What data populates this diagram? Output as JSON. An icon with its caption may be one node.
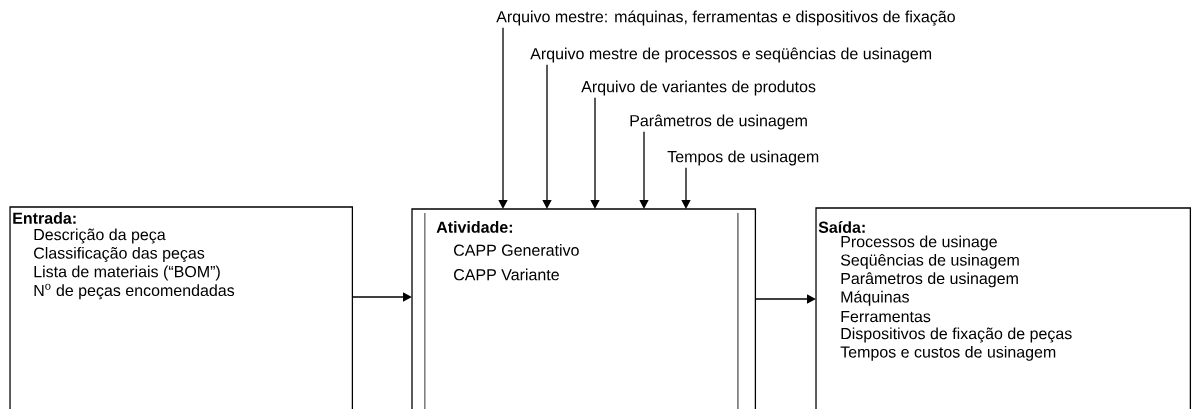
{
  "diagram": {
    "nodes": [
      {
        "text": [
          "Entrada:",
          "Descrição da peça",
          "Classificação das peças",
          "Lista de materiais (“BOM”)",
          "N$^{o}$ de peças encomendadas"
        ]
      },
      {
        "text": [
          "Atividade:",
          "CAPP Generativo",
          "CAPP Variante"
        ]
      },
      {
        "text": [
          "Saída:",
          "Processos de usinage",
          "Seqüências de usinagem",
          "Parâmetros de usinagem",
          "Máquinas",
          "Ferramentas",
          "Dispositivos de fixação de peças",
          "Tempos e custos de usinagem"
        ]
      },
      {
        "text": [
          "Arquivo mestre: máquinas, ferramentas e dispositivos de fixação"
        ]
      },
      {
        "text": [
          "Arquivo mestre de processos e seqüências de usinagem"
        ]
      },
      {
        "text": [
          "Arquivo de variantes de produtos"
        ]
      },
      {
        "text": [
          "Parâmetros de usinagem"
        ]
      },
      {
        "text": [
          "Tempos de usinagem"
        ]
      }
    ],
    "edges": [
      {
        "from": 0,
        "to": 1,
        "arrow": "to"
      },
      {
        "from": 1,
        "to": 2,
        "arrow": "to"
      },
      {
        "from": 3,
        "to": 1,
        "arrow": "to"
      },
      {
        "from": 4,
        "to": 1,
        "arrow": "to"
      },
      {
        "from": 5,
        "to": 1,
        "arrow": "to"
      },
      {
        "from": 6,
        "to": 1,
        "arrow": "to"
      },
      {
        "from": 7,
        "to": 1,
        "arrow": "to"
      }
    ]
  }
}
